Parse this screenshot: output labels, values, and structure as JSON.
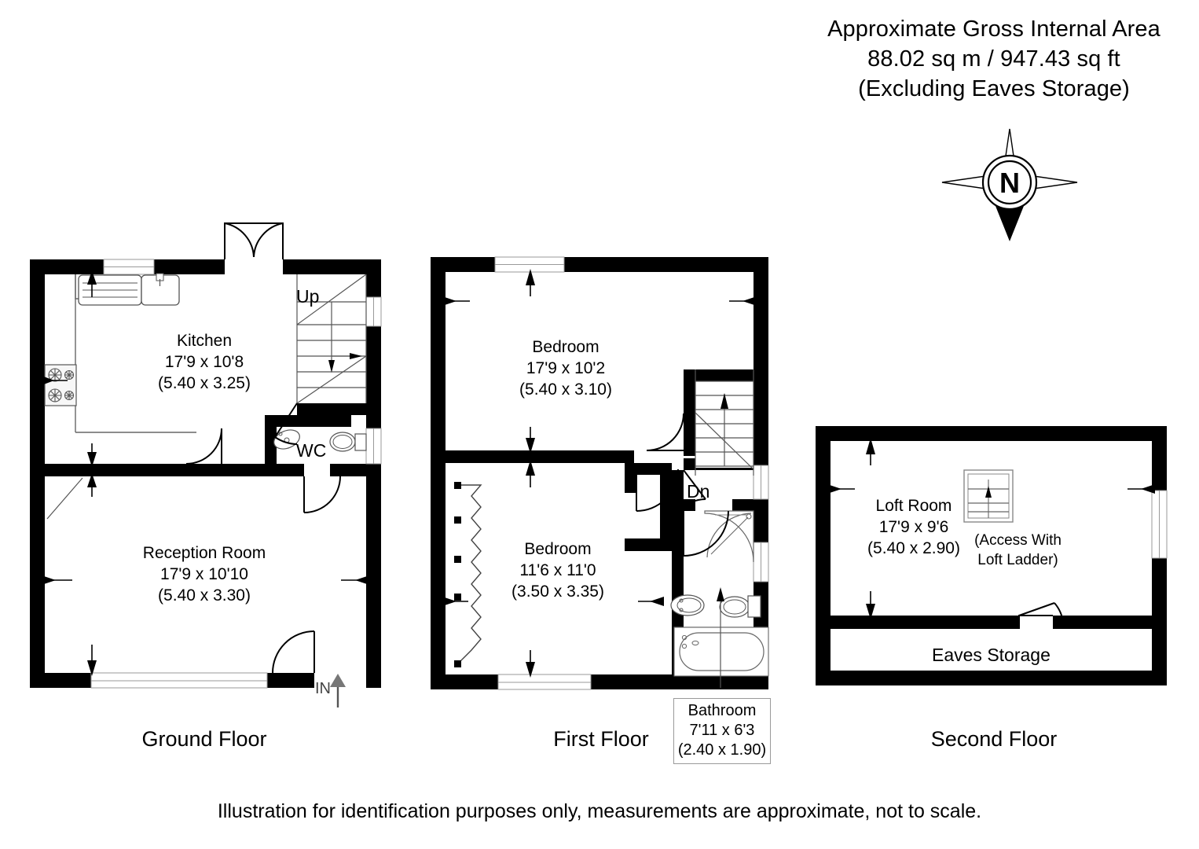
{
  "header": {
    "line1": "Approximate Gross Internal Area",
    "line2": "88.02 sq m / 947.43 sq ft",
    "line3": "(Excluding Eaves Storage)"
  },
  "compass": {
    "north_label": "N",
    "name": "compass-rose"
  },
  "floors": [
    {
      "id": "ground",
      "caption": "Ground Floor",
      "rooms": [
        {
          "name": "Kitchen",
          "dims_imperial": "17'9 x 10'8",
          "dims_metric": "(5.40 x 3.25)"
        },
        {
          "name": "Reception Room",
          "dims_imperial": "17'9 x 10'10",
          "dims_metric": "(5.40 x 3.30)"
        },
        {
          "name": "WC",
          "dims_imperial": "",
          "dims_metric": ""
        }
      ],
      "markers": {
        "stair_label": "Up",
        "entrance_label": "IN"
      }
    },
    {
      "id": "first",
      "caption": "First Floor",
      "rooms": [
        {
          "name": "Bedroom",
          "dims_imperial": "17'9 x 10'2",
          "dims_metric": "(5.40 x 3.10)"
        },
        {
          "name": "Bedroom",
          "dims_imperial": "11'6 x 11'0",
          "dims_metric": "(3.50 x 3.35)"
        },
        {
          "name": "Bathroom",
          "dims_imperial": "7'11 x 6'3",
          "dims_metric": "(2.40 x 1.90)"
        }
      ],
      "markers": {
        "stair_label": "Dn"
      }
    },
    {
      "id": "second",
      "caption": "Second Floor",
      "rooms": [
        {
          "name": "Loft Room",
          "dims_imperial": "17'9 x 9'6",
          "dims_metric": "(5.40 x 2.90)"
        },
        {
          "name": "Eaves Storage",
          "dims_imperial": "",
          "dims_metric": ""
        }
      ],
      "markers": {
        "access_note_line1": "(Access With",
        "access_note_line2": "Loft Ladder)"
      }
    }
  ],
  "footer": {
    "note": "Illustration for identification purposes only, measurements are approximate, not to scale."
  },
  "colors": {
    "wall": "#000000",
    "background": "#ffffff",
    "fixture_stroke": "#555555",
    "window_line": "#9a9a9a"
  }
}
